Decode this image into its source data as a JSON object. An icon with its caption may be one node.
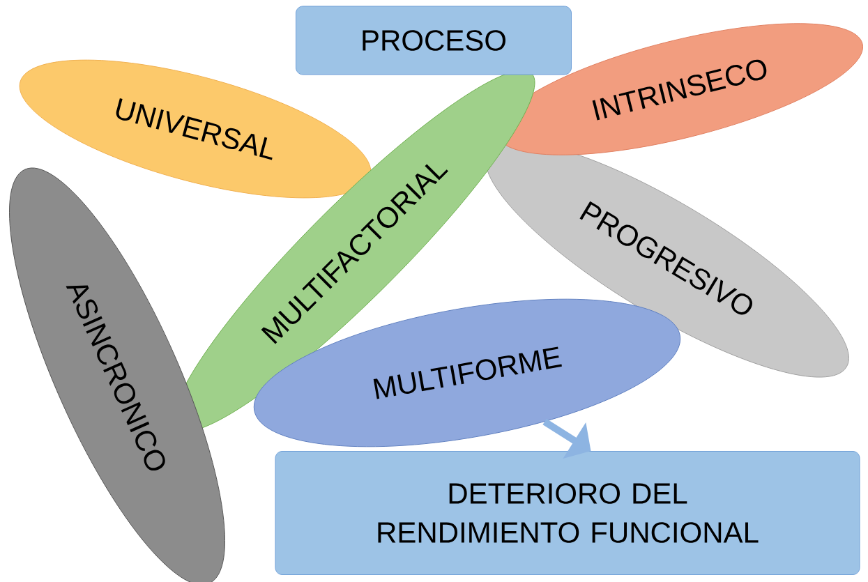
{
  "diagram": {
    "nodes": [
      {
        "text": [
          "PROCESO"
        ]
      },
      {
        "text": [
          "UNIVERSAL"
        ]
      },
      {
        "text": [
          "INTRINSECO"
        ]
      },
      {
        "text": [
          "MULTIFACTORIAL"
        ]
      },
      {
        "text": [
          "ASINCRONICO"
        ]
      },
      {
        "text": [
          "PROGRESIVO"
        ]
      },
      {
        "text": [
          "MULTIFORME"
        ]
      },
      {
        "text": [
          "DETERIORO DEL RENDIMIENTO FUNCIONAL"
        ]
      }
    ],
    "edges": [
      {
        "from": 6,
        "to": 7,
        "arrow": "to"
      }
    ]
  }
}
